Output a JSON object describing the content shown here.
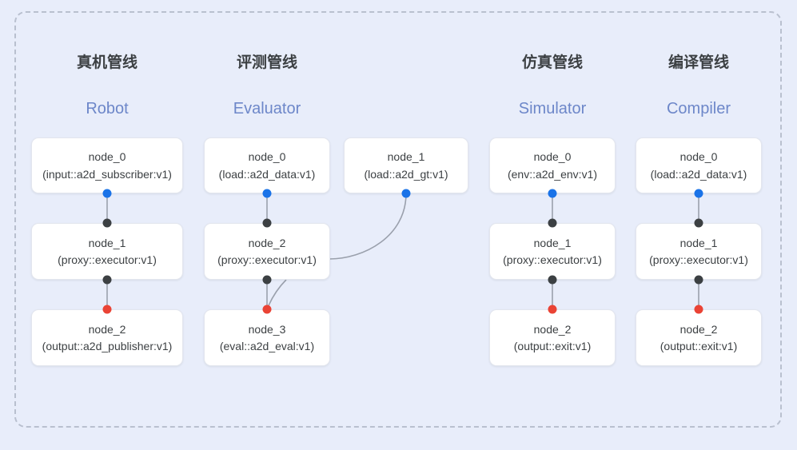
{
  "frame": {
    "style": "dashed-rounded-rectangle",
    "border_color": "#b9c0cf"
  },
  "palette": {
    "background": "#e8edfa",
    "node_fill": "#ffffff",
    "node_border": "#e3e6ee",
    "title_color": "#3c4043",
    "subtitle_color": "#6d87c9",
    "port_input": "#1a73e8",
    "port_output": "#ea4335",
    "port_internal": "#3c4043",
    "edge_color": "#9aa0ac"
  },
  "columns": [
    {
      "key": "robot",
      "title": "真机管线",
      "subtitle": "Robot",
      "nodes": [
        {
          "name": "node_0",
          "spec": "(input::a2d_subscriber:v1)"
        },
        {
          "name": "node_1",
          "spec": "(proxy::executor:v1)"
        },
        {
          "name": "node_2",
          "spec": "(output::a2d_publisher:v1)"
        }
      ]
    },
    {
      "key": "evaluator",
      "title": "评测管线",
      "subtitle": "Evaluator",
      "nodes": [
        {
          "name": "node_0",
          "spec": "(load::a2d_data:v1)"
        },
        {
          "name": "node_2",
          "spec": "(proxy::executor:v1)"
        },
        {
          "name": "node_3",
          "spec": "(eval::a2d_eval:v1)"
        }
      ],
      "side_nodes": [
        {
          "name": "node_1",
          "spec": "(load::a2d_gt:v1)"
        }
      ]
    },
    {
      "key": "simulator",
      "title": "仿真管线",
      "subtitle": "Simulator",
      "nodes": [
        {
          "name": "node_0",
          "spec": "(env::a2d_env:v1)"
        },
        {
          "name": "node_1",
          "spec": "(proxy::executor:v1)"
        },
        {
          "name": "node_2",
          "spec": "(output::exit:v1)"
        }
      ]
    },
    {
      "key": "compiler",
      "title": "编译管线",
      "subtitle": "Compiler",
      "nodes": [
        {
          "name": "node_0",
          "spec": "(load::a2d_data:v1)"
        },
        {
          "name": "node_1",
          "spec": "(proxy::executor:v1)"
        },
        {
          "name": "node_2",
          "spec": "(output::exit:v1)"
        }
      ]
    }
  ]
}
